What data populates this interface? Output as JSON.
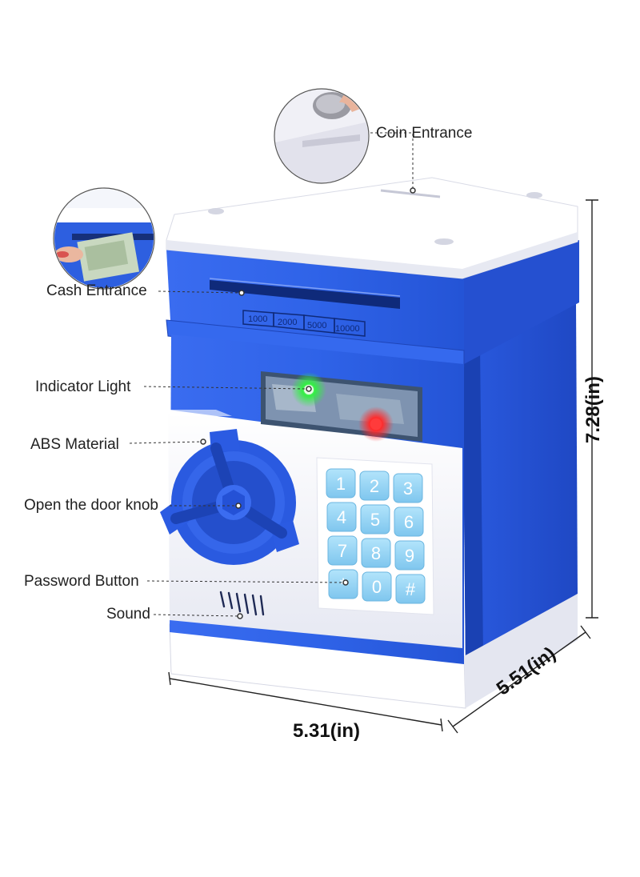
{
  "callouts": {
    "coin_entrance": "Coin Entrance",
    "cash_entrance": "Cash Entrance",
    "indicator_light": "Indicator Light",
    "abs_material": "ABS Material",
    "open_door_knob": "Open the door knob",
    "password_button": "Password Button",
    "sound": "Sound"
  },
  "dimensions": {
    "height": "7.28(in)",
    "width": "5.31(in)",
    "depth": "5.51(in)"
  },
  "denominations": [
    "1000",
    "2000",
    "5000",
    "10000"
  ],
  "keypad": [
    "1",
    "2",
    "3",
    "4",
    "5",
    "6",
    "7",
    "8",
    "9",
    "*",
    "0",
    "#"
  ],
  "colors": {
    "body_blue": "#2b5fe0",
    "lid_white": "#f4f5fb",
    "key_light_blue": "#8fd3f4",
    "indicator_green": "#22dd33",
    "indicator_red": "#ee2222"
  }
}
